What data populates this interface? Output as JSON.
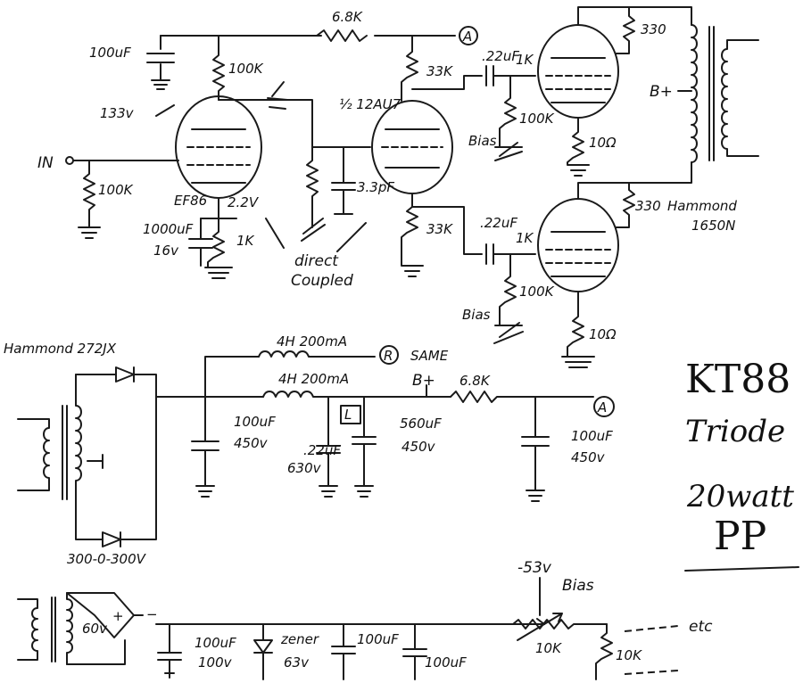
{
  "upper": {
    "r_top": "6.8K",
    "node_a": "A",
    "cap_100uf": "100uF",
    "r_100k_plate": "100K",
    "v_133": "133v",
    "label_in": "IN",
    "r_100k_grid": "100K",
    "tube_ef86": "EF86",
    "v_cathode": "2.2V",
    "cap_1000uf": "1000uF",
    "cap_16v": "16v",
    "r_1k_cath": "1K",
    "note_direct": "direct",
    "note_coupled": "Coupled",
    "tube_12au7": "½ 12AU7",
    "cap_33pf": "3.3pF",
    "r_33k_top": "33K",
    "r_33k_bot": "33K",
    "cap_22_top": ".22uF",
    "cap_22_bot": ".22uF",
    "r_1k_top": "1K",
    "r_1k_bot": "1K",
    "r_100k_b1": "100K",
    "r_100k_b2": "100K",
    "bias_1": "Bias",
    "bias_2": "Bias",
    "r_330_top": "330",
    "r_330_bot": "330",
    "r_10_top": "10Ω",
    "r_10_bot": "10Ω",
    "bplus": "B+",
    "transformer": "Hammond",
    "transformer_model": "1650N"
  },
  "psu": {
    "transformer": "Hammond 272JX",
    "secondary": "300-0-300V",
    "choke_r": "4H 200mA",
    "node_r": "R",
    "same": "SAME",
    "choke_l": "4H 200mA",
    "node_l": "L",
    "bplus": "B+",
    "r_68k": "6.8K",
    "node_a": "A",
    "cap1": "100uF",
    "cap1_v": "450v",
    "cap2": ".22uF",
    "cap2_v": "630v",
    "cap3": "560uF",
    "cap3_v": "450v",
    "cap4": "100uF",
    "cap4_v": "450v"
  },
  "title": {
    "line1": "KT88",
    "line2": "Triode",
    "line3": "20watt",
    "line4": "PP"
  },
  "bias": {
    "volts": "60v",
    "cap1": "100uF",
    "cap1_v": "100v",
    "zener": "zener",
    "zener_v": "63v",
    "cap2": "100uF",
    "cap3": "100uF",
    "pot": "10K",
    "r": "10K",
    "v": "-53v",
    "label": "Bias",
    "etc": "etc"
  }
}
